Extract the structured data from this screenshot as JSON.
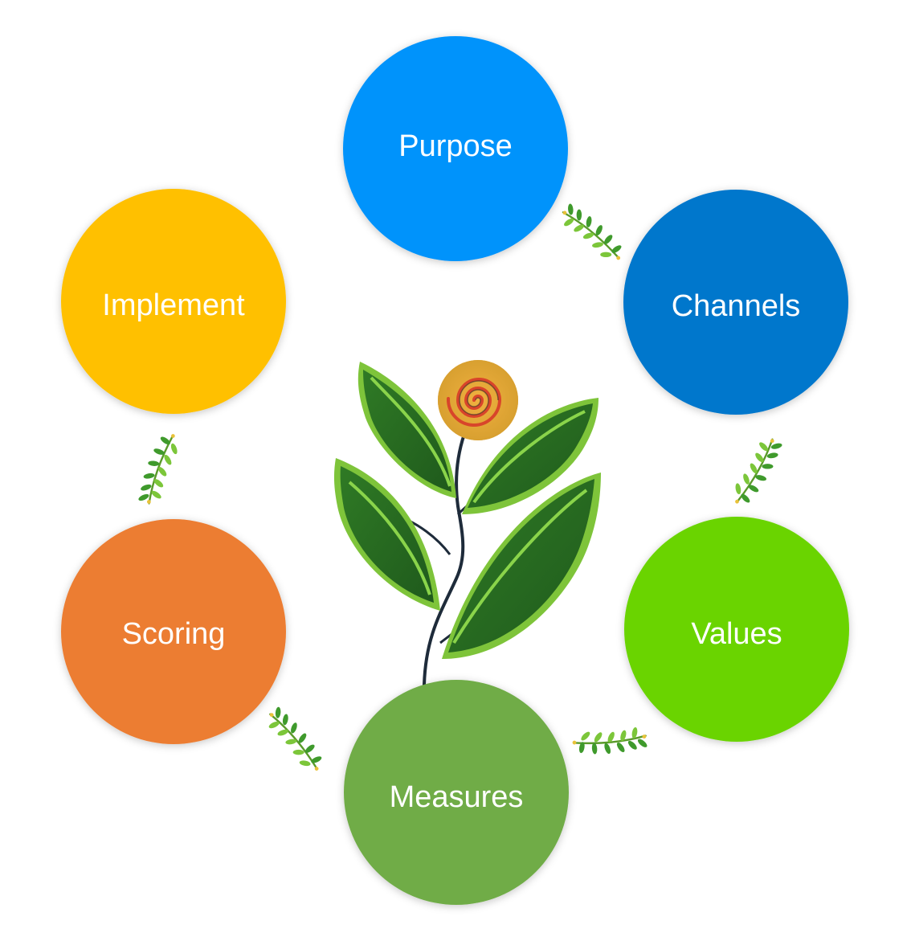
{
  "nodes": [
    {
      "id": "purpose",
      "label": "Purpose",
      "color": "#0393fb"
    },
    {
      "id": "channels",
      "label": "Channels",
      "color": "#0077cc"
    },
    {
      "id": "values",
      "label": "Values",
      "color": "#6ad400"
    },
    {
      "id": "measures",
      "label": "Measures",
      "color": "#70ac47"
    },
    {
      "id": "scoring",
      "label": "Scoring",
      "color": "#ec7d31"
    },
    {
      "id": "implement",
      "label": "Implement",
      "color": "#ffc000"
    }
  ],
  "connectors": [
    {
      "from": "purpose",
      "to": "channels",
      "icon": "vine-icon"
    },
    {
      "from": "channels",
      "to": "values",
      "icon": "vine-icon"
    },
    {
      "from": "values",
      "to": "measures",
      "icon": "vine-icon"
    },
    {
      "from": "measures",
      "to": "scoring",
      "icon": "vine-icon"
    },
    {
      "from": "scoring",
      "to": "implement",
      "icon": "vine-icon"
    }
  ],
  "center_illustration": {
    "icon": "plant-flower-icon"
  }
}
